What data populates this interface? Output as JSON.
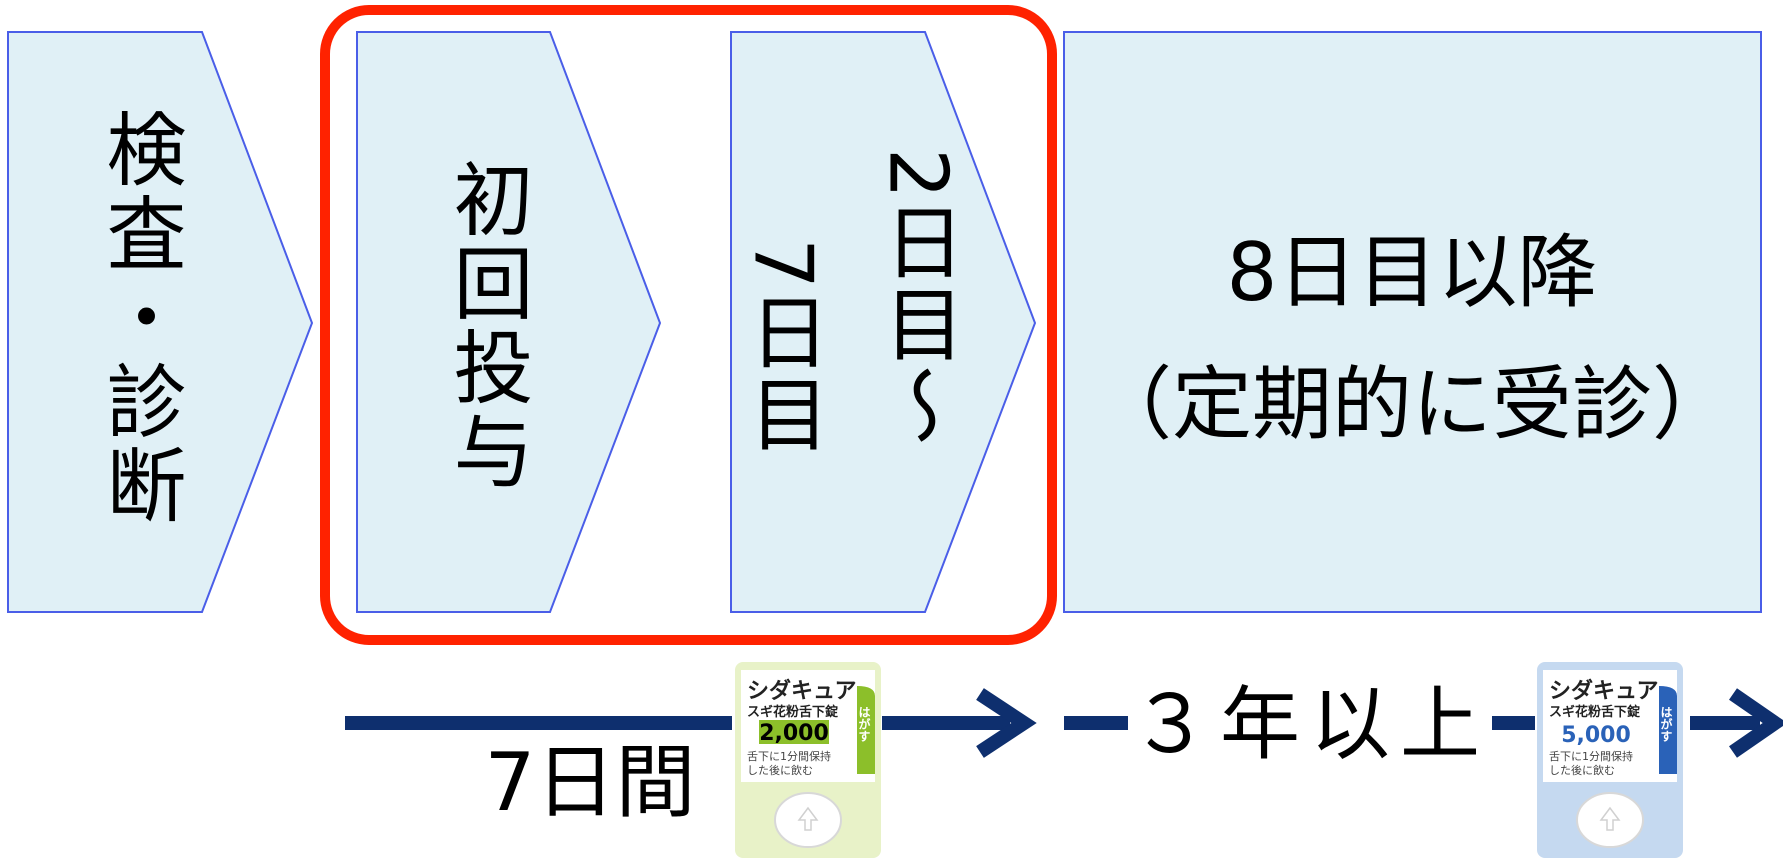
{
  "steps": [
    {
      "text": "検査・診断"
    },
    {
      "text": "初回投与"
    },
    {
      "line1": "2日目〜",
      "line2": "7日目"
    },
    {
      "line1": "8日目以降",
      "line2": "（定期的に受診）"
    }
  ],
  "timeline": {
    "first_period": "7日間",
    "second_period": "３年以上"
  },
  "packages": [
    {
      "brand": "シダキュア",
      "subtitle": "スギ花粉舌下錠",
      "dose": "2,000",
      "note1": "舌下に1分間保持",
      "note2": "した後に飲む",
      "tab": "はがす",
      "bg": "#e8f2c8",
      "accent": "#8cbf2a",
      "dose_color": "#000000"
    },
    {
      "brand": "シダキュア",
      "subtitle": "スギ花粉舌下錠",
      "dose": "5,000",
      "note1": "舌下に1分間保持",
      "note2": "した後に飲む",
      "tab": "はがす",
      "bg": "#c5d9f0",
      "accent": "#2a62b8",
      "dose_color": "#2a62b8"
    }
  ],
  "colors": {
    "box_fill": "#e0f0f6",
    "box_stroke": "#4a5ee8",
    "highlight": "#ff2200",
    "arrow": "#0e2f6e"
  }
}
